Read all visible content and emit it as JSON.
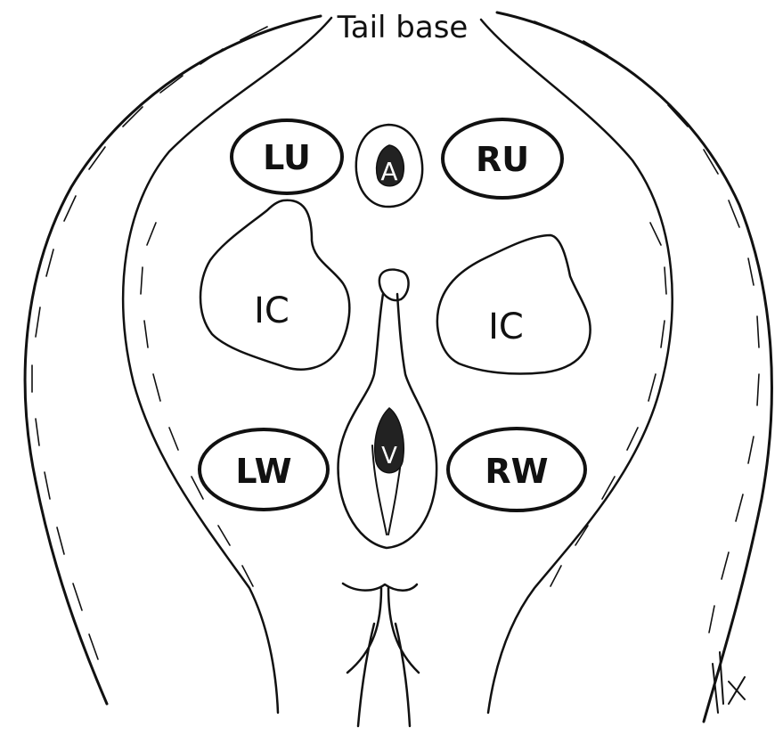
{
  "diagram": {
    "title": "Tail base",
    "regions": {
      "lu": "LU",
      "ru": "RU",
      "lw": "LW",
      "rw": "RW",
      "ic_left": "IC",
      "ic_right": "IC",
      "anus": "A",
      "vulva": "V"
    },
    "signature": "LX"
  },
  "colors": {
    "ink": "#111111",
    "background": "#ffffff"
  }
}
